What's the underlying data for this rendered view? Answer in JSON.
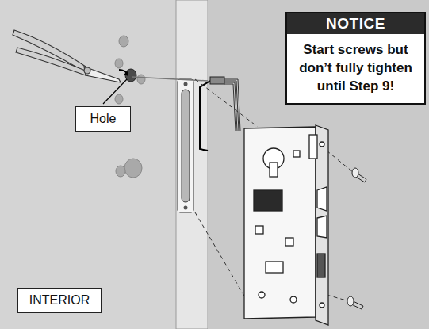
{
  "diagram": {
    "nodes": [
      {
        "text": [
          "NOTICE",
          "Start screws but don’t fully tighten until Step 9!"
        ]
      },
      {
        "text": [
          "Hole"
        ]
      },
      {
        "text": [
          "INTERIOR"
        ]
      }
    ]
  }
}
